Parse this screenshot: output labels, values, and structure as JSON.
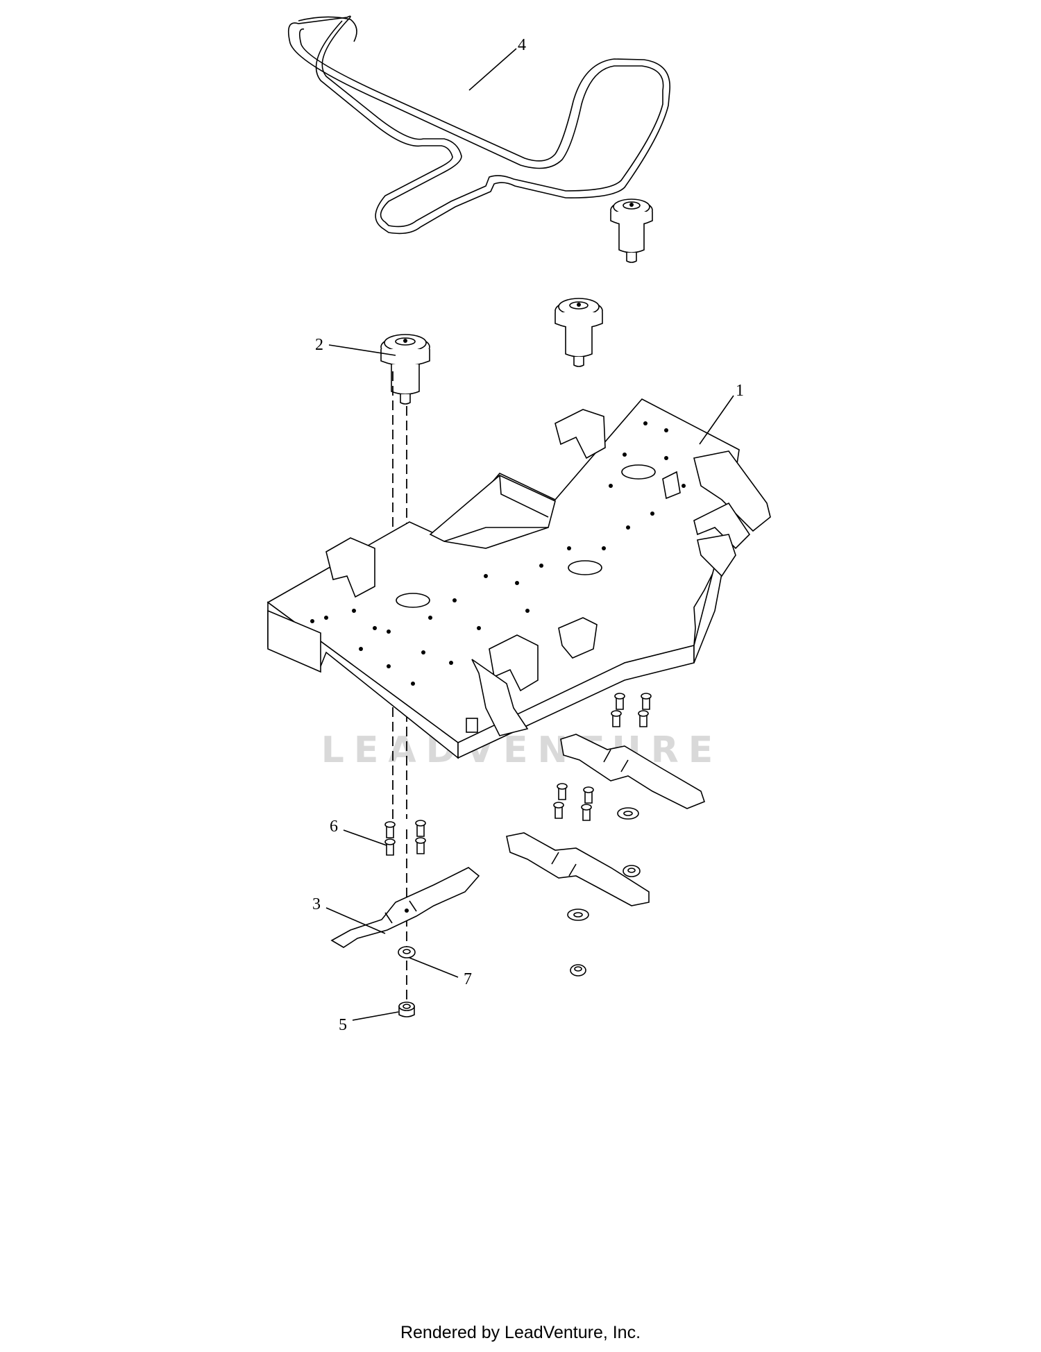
{
  "callouts": [
    {
      "id": "1",
      "text": "1"
    },
    {
      "id": "2",
      "text": "2"
    },
    {
      "id": "3",
      "text": "3"
    },
    {
      "id": "4",
      "text": "4"
    },
    {
      "id": "5",
      "text": "5"
    },
    {
      "id": "6",
      "text": "6"
    },
    {
      "id": "7",
      "text": "7"
    }
  ],
  "watermark": "LEADVENTURE",
  "footer": "Rendered by LeadVenture, Inc."
}
